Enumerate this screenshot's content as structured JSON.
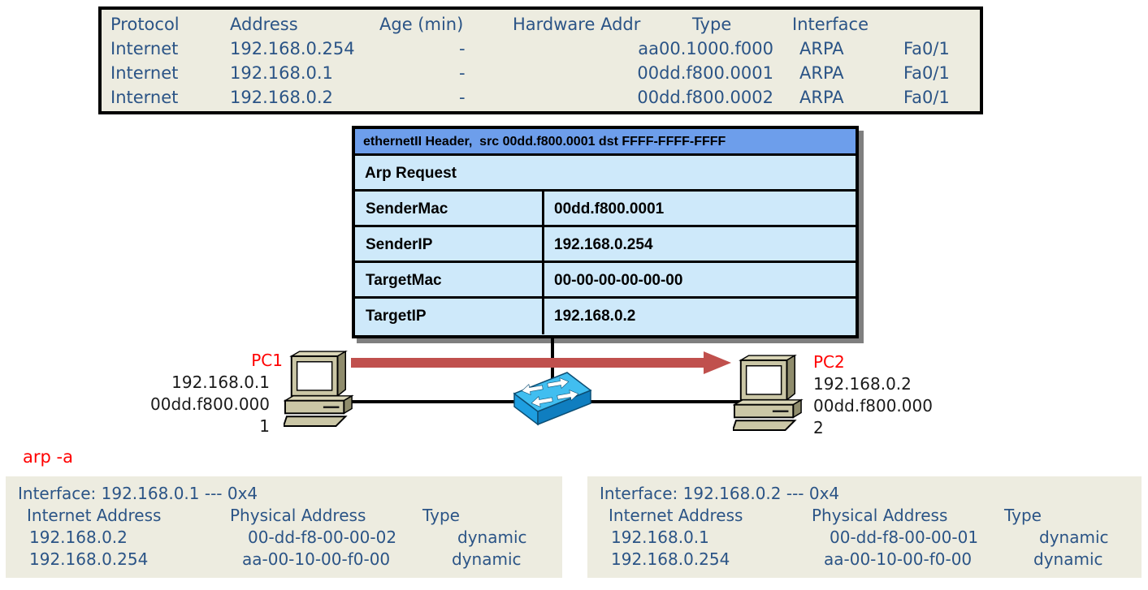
{
  "colors": {
    "navy_text": "#2B5486",
    "red_label": "#FF0000",
    "arrow_red": "#C0504D",
    "panel_bg": "#EDECE0",
    "packet_header_blue": "#6D9EEB",
    "packet_body_blue": "#CEE9FA",
    "switch_blue": "#1E9EE0",
    "pc_beige": "#CBC7A6"
  },
  "icons": {
    "pc": "desktop-computer-icon",
    "switch": "network-switch-icon",
    "arrow": "broadcast-arrow"
  },
  "arp_table": {
    "headers": {
      "protocol": "Protocol",
      "address": "Address",
      "age": "Age (min)",
      "hardware": "Hardware Addr",
      "type": "Type",
      "interface": "Interface"
    },
    "rows": [
      {
        "protocol": "Internet",
        "address": "192.168.0.254",
        "age": "-",
        "hardware": "aa00.1000.f000",
        "type": "ARPA",
        "interface": "Fa0/1"
      },
      {
        "protocol": "Internet",
        "address": "192.168.0.1",
        "age": "-",
        "hardware": "00dd.f800.0001",
        "type": "ARPA",
        "interface": "Fa0/1"
      },
      {
        "protocol": "Internet",
        "address": "192.168.0.2",
        "age": "-",
        "hardware": "00dd.f800.0002",
        "type": "ARPA",
        "interface": "Fa0/1"
      }
    ]
  },
  "packet": {
    "header": "ethernetII Header,  src 00dd.f800.0001 dst FFFF-FFFF-FFFF",
    "title": "Arp Request",
    "fields": [
      {
        "label": "SenderMac",
        "value": "00dd.f800.0001"
      },
      {
        "label": "SenderIP",
        "value": "192.168.0.254"
      },
      {
        "label": "TargetMac",
        "value": "00-00-00-00-00-00"
      },
      {
        "label": "TargetIP",
        "value": "192.168.0.2"
      }
    ]
  },
  "topology": {
    "pc1": {
      "name": "PC1",
      "ip": "192.168.0.1",
      "mac_line1": "00dd.f800.000",
      "mac_line2": "1"
    },
    "pc2": {
      "name": "PC2",
      "ip": "192.168.0.2",
      "mac_line1": "00dd.f800.000",
      "mac_line2": "2"
    }
  },
  "command": {
    "text": "arp -a"
  },
  "caches": [
    {
      "title": "Interface: 192.168.0.1 --- 0x4",
      "headers": {
        "internet": "Internet Address",
        "physical": "Physical Address",
        "type": "Type"
      },
      "rows": [
        {
          "internet": "192.168.0.2",
          "physical": "00-dd-f8-00-00-02",
          "type": "dynamic"
        },
        {
          "internet": "192.168.0.254",
          "physical": "aa-00-10-00-f0-00",
          "type": "dynamic"
        }
      ]
    },
    {
      "title": "Interface: 192.168.0.2 --- 0x4",
      "headers": {
        "internet": "Internet Address",
        "physical": "Physical Address",
        "type": "Type"
      },
      "rows": [
        {
          "internet": "192.168.0.1",
          "physical": "00-dd-f8-00-00-01",
          "type": "dynamic"
        },
        {
          "internet": "192.168.0.254",
          "physical": "aa-00-10-00-f0-00",
          "type": "dynamic"
        }
      ]
    }
  ]
}
